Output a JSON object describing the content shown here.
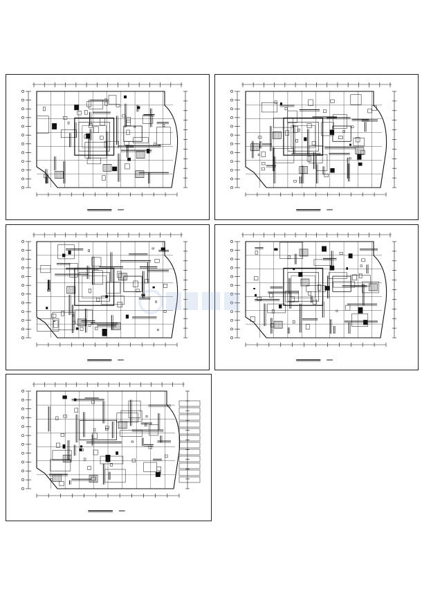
{
  "sheets": [
    {
      "id": "plan-1",
      "kind": "floor-plan",
      "variant": "a"
    },
    {
      "id": "plan-2",
      "kind": "floor-plan",
      "variant": "a"
    },
    {
      "id": "plan-3",
      "kind": "floor-plan",
      "variant": "b"
    },
    {
      "id": "plan-4",
      "kind": "floor-plan",
      "variant": "a"
    },
    {
      "id": "plan-5",
      "kind": "floor-plan",
      "variant": "c"
    }
  ],
  "watermark": {
    "present": true,
    "color": "#8fb0d8"
  },
  "colors": {
    "line": "#111111",
    "border": "#222222",
    "paper": "#ffffff"
  }
}
